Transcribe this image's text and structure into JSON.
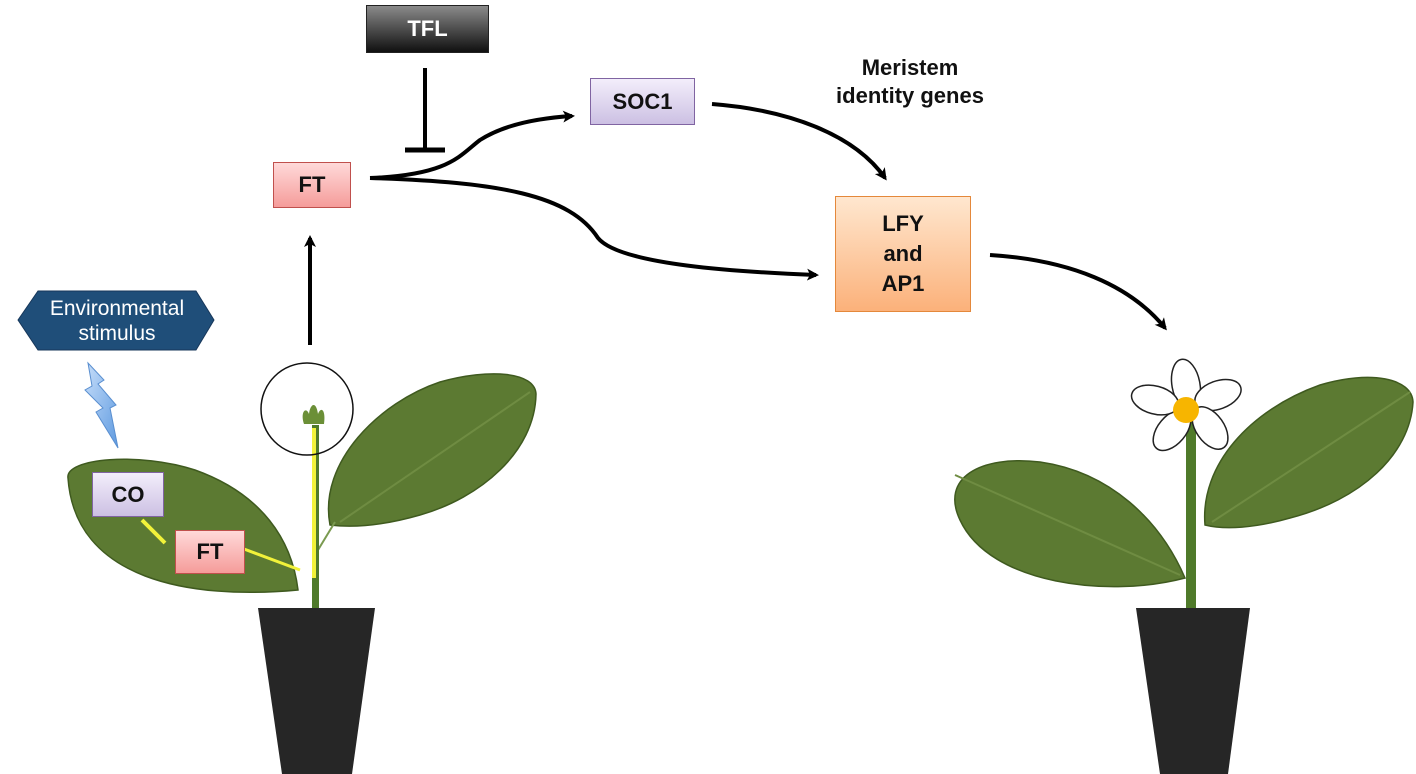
{
  "stimulus": {
    "line1": "Environmental",
    "line2": "stimulus"
  },
  "genes": {
    "co_leaf": "CO",
    "ft_leaf": "FT",
    "ft_main": "FT",
    "tfl": "TFL",
    "soc1": "SOC1",
    "lfy_line1": "LFY",
    "lfy_line2": "and",
    "lfy_line3": "AP1"
  },
  "annotation": {
    "line1": "Meristem",
    "line2": "identity genes"
  },
  "colors": {
    "leaf": "#5c7a32",
    "stem": "#4f7a2a",
    "pot": "#262626",
    "signal_path": "#f2f23a",
    "flower_center": "#f7b500",
    "stimulus_hex": "#1f4e79",
    "lightning": "#7fb0ea"
  }
}
